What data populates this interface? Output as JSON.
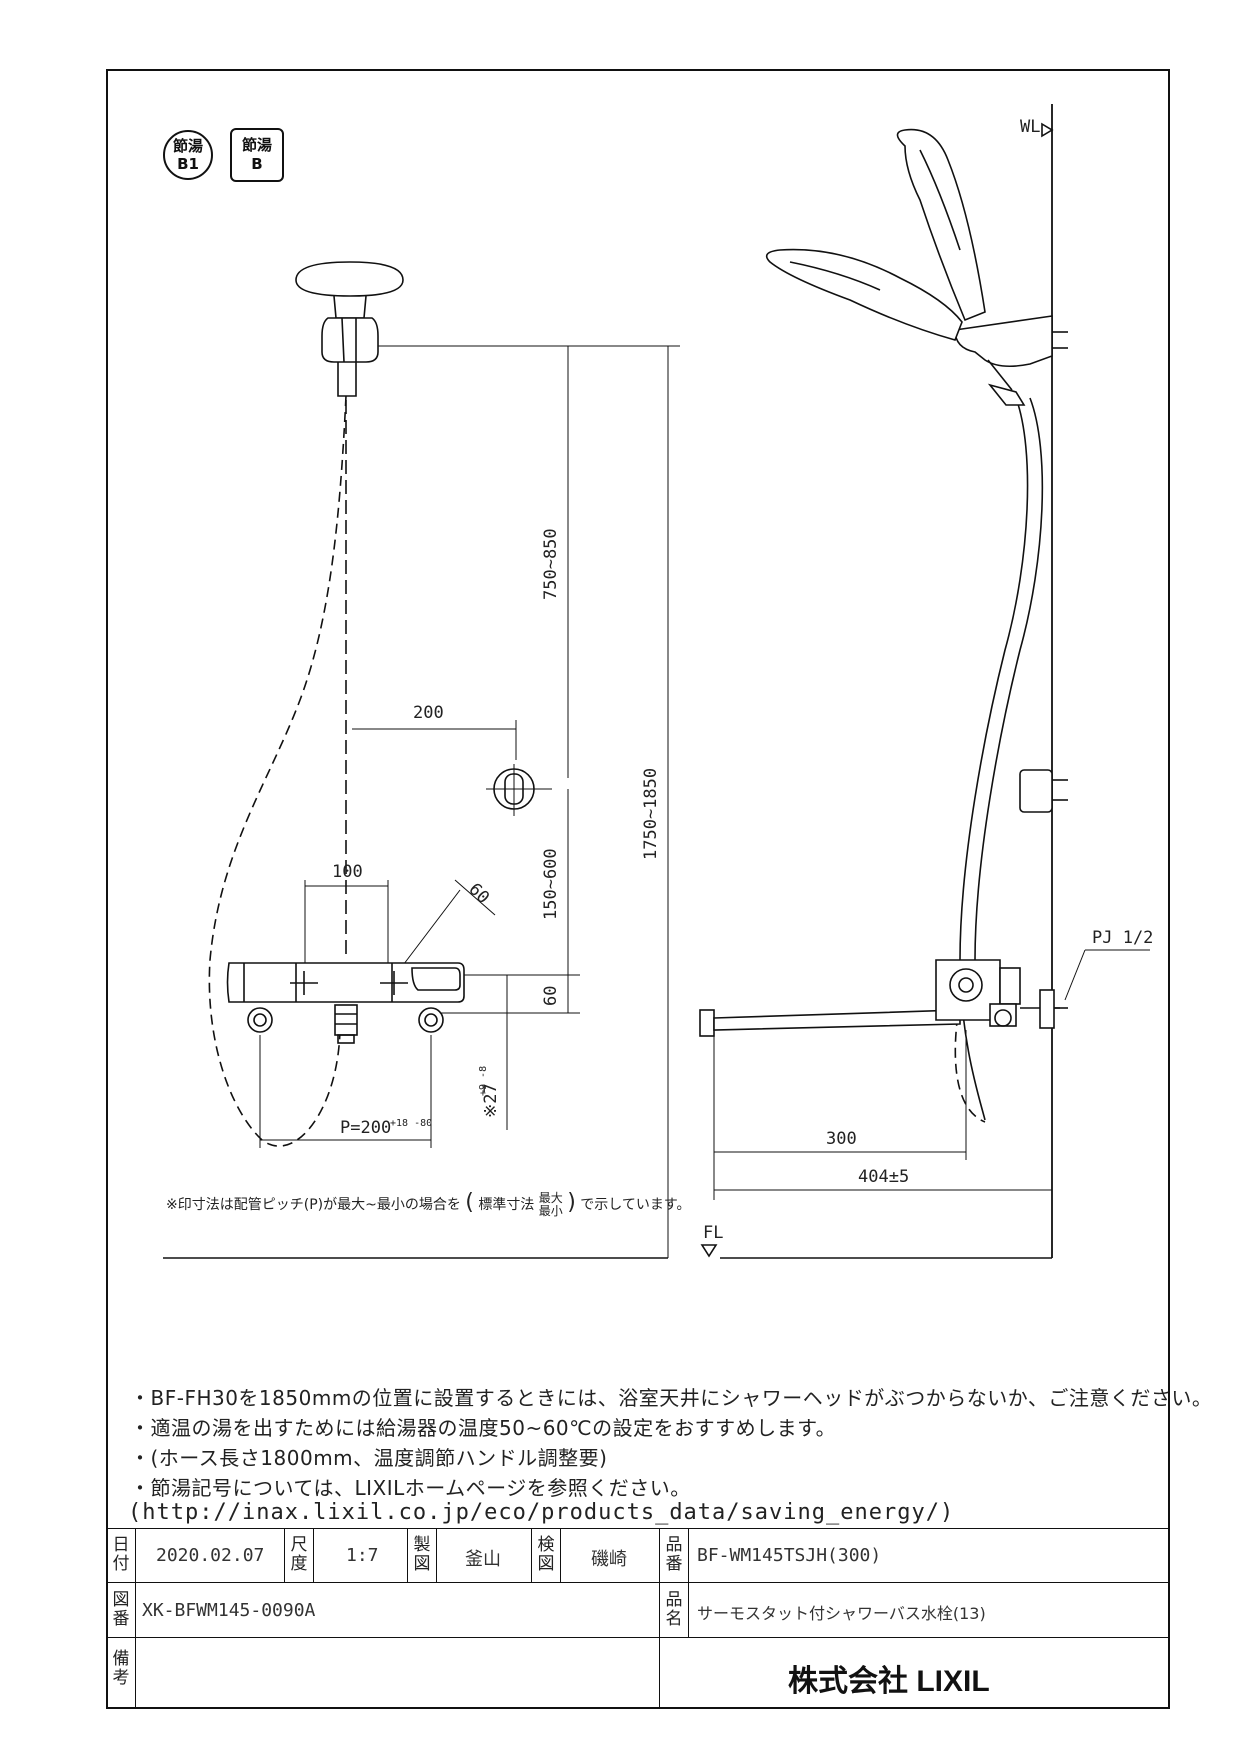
{
  "marks": {
    "mark1_line1": "節湯",
    "mark1_line2": "B1",
    "mark2_line1": "節湯",
    "mark2_line2": "B"
  },
  "labels": {
    "wl": "WL",
    "fl": "FL",
    "pj": "PJ 1/2"
  },
  "dims": {
    "d200": "200",
    "d750_850": "750~850",
    "d1750_1850": "1750~1850",
    "d100": "100",
    "d60_angle": "60",
    "d150_600": "150~600",
    "d60": "60",
    "d27": "※27",
    "d27_tol": "+9 -8",
    "pitch": "P=200",
    "pitch_tol": "+18 -80",
    "d300": "300",
    "d404": "404±5"
  },
  "footnote": {
    "text_before": "※印寸法は配管ピッチ(P)が最大~最小の場合を",
    "std": "標準寸法",
    "max": "最大",
    "min": "最小",
    "text_after": "で示しています。"
  },
  "notes": [
    "・BF-FH30を1850mmの位置に設置するときには、浴室天井にシャワーヘッドがぶつからないか、ご注意ください。",
    "・適温の湯を出すためには給湯器の温度50~60℃の設定をおすすめします。",
    "・(ホース長さ1800mm、温度調節ハンドル調整要)",
    "・節湯記号については、LIXILホームページを参照ください。"
  ],
  "url": "(http://inax.lixil.co.jp/eco/products_data/saving_energy/)",
  "title_block": {
    "date_label": "日付",
    "date": "2020.02.07",
    "scale_label": "尺度",
    "scale": "1:7",
    "drawn_label": "製図",
    "drawn": "釜山",
    "checked_label": "検図",
    "checked": "磯崎",
    "product_no_label": "品番",
    "product_no": "BF-WM145TSJH(300)",
    "drawing_no_label": "図番",
    "drawing_no": "XK-BFWM145-0090A",
    "product_name_label": "品名",
    "product_name": "サーモスタット付シャワーバス水栓(13)",
    "remarks_label": "備考",
    "company": "株式会社 LIXIL"
  }
}
